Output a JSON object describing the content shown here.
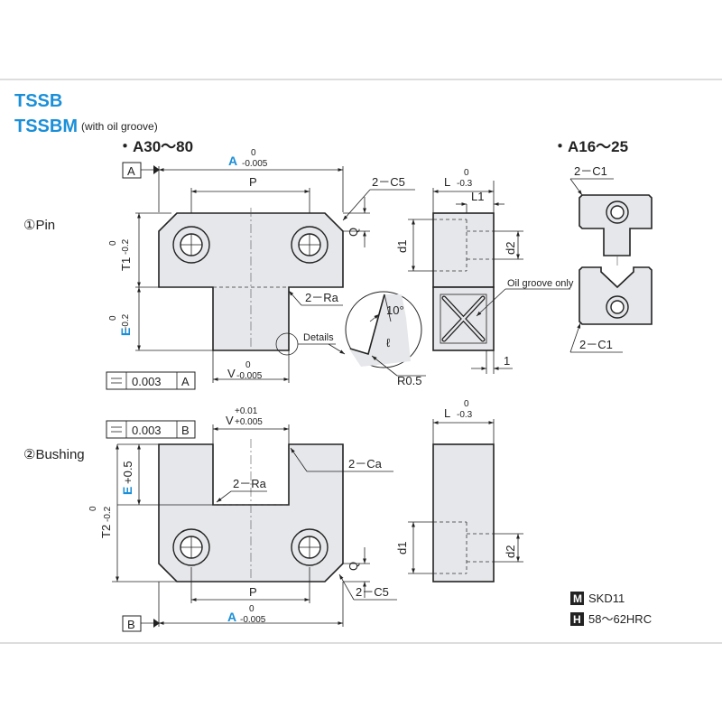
{
  "header": {
    "series_a": "TSSB",
    "series_b": "TSSBM",
    "series_b_note": "(with oil groove)"
  },
  "sections": {
    "a30_80": "・A30～80",
    "a16_25": "・A16～25",
    "pin": "①Pin",
    "bushing": "②Bushing"
  },
  "dimensions": {
    "A": "A",
    "A_tol_top": "0",
    "A_tol_bot": "-0.005",
    "P": "P",
    "C5": "2－C5",
    "Q": "Q",
    "T1": "T1",
    "T1_tol_top": "0",
    "T1_tol_bot": "-0.2",
    "E": "E",
    "E_tol_top": "0",
    "E_tol_bot": "-0.2",
    "Ra": "2－Ra",
    "details": "Details",
    "V": "V",
    "V_tol_top": "0",
    "V_tol_bot": "-0.005",
    "L": "L",
    "L_tol_top": "0",
    "L_tol_bot": "-0.3",
    "L1": "L1",
    "d1": "d1",
    "d2": "d2",
    "oil_groove": "Oil groove only",
    "angle": "10°",
    "ell": "ℓ",
    "R05": "R0.5",
    "one": "1",
    "C1": "2－C1",
    "V_b": "V",
    "V_b_tol_top": "+0.01",
    "V_b_tol_bot": "+0.005",
    "E_b": "E",
    "E_b_tol": "+0.5",
    "T2": "T2",
    "T2_tol_top": "0",
    "T2_tol_bot": "-0.2",
    "Ca": "2－Ca"
  },
  "tolerance_frames": {
    "pin": {
      "value": "0.003",
      "datum": "A"
    },
    "bushing": {
      "value": "0.003",
      "datum": "B"
    }
  },
  "datums": {
    "a": "A",
    "b": "B"
  },
  "materials": {
    "material_badge": "M",
    "material": "SKD11",
    "hardness_badge": "H",
    "hardness": "58～62HRC"
  },
  "colors": {
    "accent": "#1a8fd8",
    "part_fill": "#e6e7ea",
    "ink": "#222222"
  }
}
